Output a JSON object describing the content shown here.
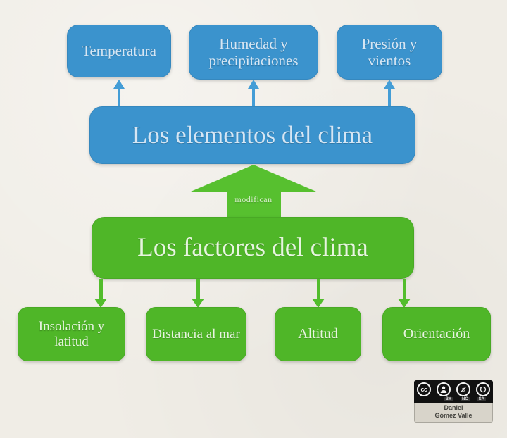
{
  "diagram": {
    "elements_title": "Los elementos del clima",
    "factors_title": "Los factores del clima",
    "arrow_label": "modifican",
    "elements": [
      {
        "label": "Temperatura"
      },
      {
        "label": "Humedad y precipitaciones"
      },
      {
        "label": "Presión y vientos"
      }
    ],
    "factors": [
      {
        "label": "Insolación y latitud"
      },
      {
        "label": "Distancia al mar"
      },
      {
        "label": "Altitud"
      },
      {
        "label": "Orientación"
      }
    ]
  },
  "license": {
    "logo_text": "cc",
    "badge_labels": [
      "BY",
      "NC",
      "SA"
    ],
    "icons": [
      "cc-logo-icon",
      "attribution-person-icon",
      "non-commercial-icon",
      "share-alike-icon"
    ],
    "author_line1": "Daniel",
    "author_line2": "Gómez Valle"
  },
  "colors": {
    "background": "#f0ede6",
    "blue": "#3b93cd",
    "blue_text": "#d6e6f4",
    "green": "#4fb628",
    "green_arrow": "#57c02f",
    "green_text": "#e7f5df",
    "badge_black": "#111111",
    "plate_gray": "#d8d4ca"
  }
}
